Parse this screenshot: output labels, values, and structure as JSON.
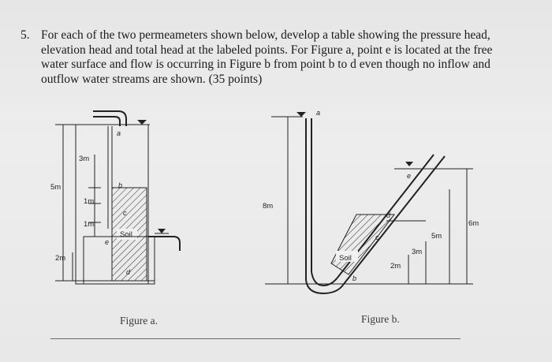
{
  "question": {
    "number": "5.",
    "text": "For each of the two permeameters shown below, develop a table showing the pressure head, elevation head and total head at the labeled points. For Figure a, point e is located at the free water surface and flow is occurring in Figure b from point b to d even though no inflow and outflow water streams are shown. (35 points)"
  },
  "figure_a": {
    "caption": "Figure a.",
    "dims": {
      "d3": "3m",
      "d5": "5m",
      "d1a": "1m",
      "d1b": "1m",
      "d2": "2m"
    },
    "soil_label": "Soil",
    "points": {
      "a": "a",
      "b": "b",
      "c": "c",
      "d": "d",
      "e": "e"
    }
  },
  "figure_b": {
    "caption": "Figure b.",
    "dims": {
      "d8": "8m",
      "d6": "6m",
      "d5": "5m",
      "d3": "3m",
      "d2": "2m"
    },
    "soil_label": "Soil",
    "points": {
      "a": "a",
      "b": "b",
      "c": "c",
      "d": "d",
      "e": "e"
    }
  }
}
